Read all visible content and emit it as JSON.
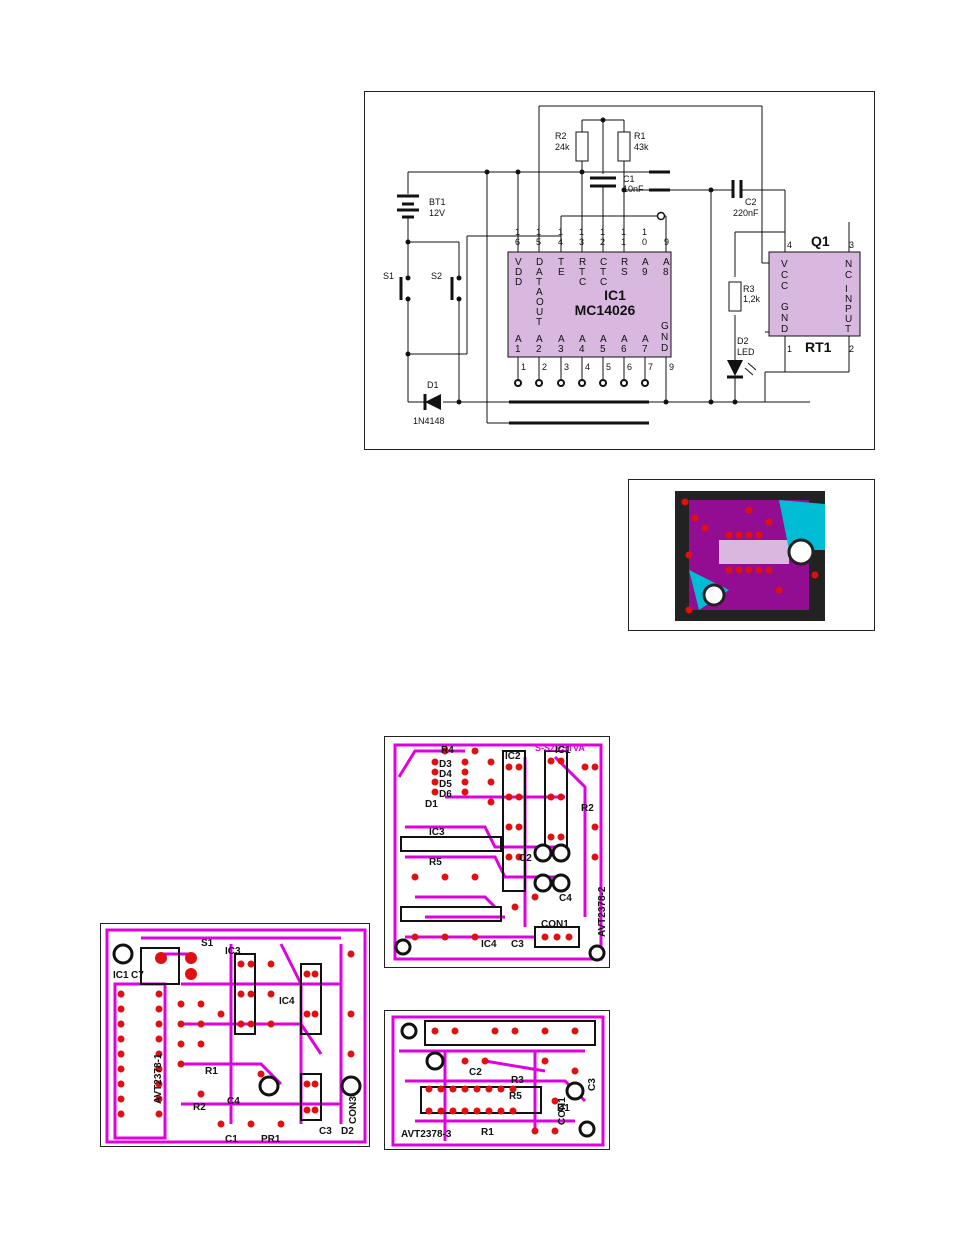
{
  "schematic": {
    "ic1": {
      "name": "IC1",
      "part": "MC14026"
    },
    "top_pins": [
      "1\n6",
      "1\n5",
      "1\n4",
      "1\n3",
      "1\n2",
      "1\n1",
      "1\n0",
      "9"
    ],
    "top_pin_names": [
      "V\nD\nD",
      "D\nA\nT\nA\nO\nU\nT",
      "T\nE",
      "R\nT\nC",
      "C\nT\nC",
      "R\nS",
      "A\n9",
      "A\n8"
    ],
    "bottom_pin_names": [
      "A\n1",
      "A\n2",
      "A\n3",
      "A\n4",
      "A\n5",
      "A\n6",
      "A\n7",
      "G\nN\nD"
    ],
    "bottom_pins": [
      "1",
      "2",
      "3",
      "4",
      "5",
      "6",
      "7",
      "9"
    ],
    "r1": {
      "name": "R1",
      "value": "43k"
    },
    "r2": {
      "name": "R2",
      "value": "24k"
    },
    "r3": {
      "name": "R3",
      "value": "1,2k"
    },
    "c1": {
      "name": "C1",
      "value": "10nF"
    },
    "c2": {
      "name": "C2",
      "value": "220nF"
    },
    "bt1": {
      "name": "BT1",
      "value": "12V"
    },
    "s1": "S1",
    "s2": "S2",
    "d1": {
      "name": "D1",
      "value": "1N4148"
    },
    "d2": {
      "name": "D2",
      "value": "LED"
    },
    "q1": {
      "name": "Q1",
      "sub": "RT1",
      "pin_vcc": "4",
      "pin_nc": "3",
      "pin_gnd": "1",
      "pin_input": "2",
      "left_names": "V\nC\nC\n\nG\nN\nD",
      "right_names": "N\nC\n\nI\nN\nP\nU\nT"
    }
  },
  "pcb": {
    "board1_title": "AVT2378-1",
    "board2_title": "AVT2378-2",
    "board3_title": "AVT2378-3",
    "board2_top": "S-SZESTVA",
    "board1_labels": [
      "IC1",
      "C7",
      "S1",
      "IC3",
      "IC4",
      "C1",
      "PR1",
      "C3",
      "D2",
      "CON3",
      "R1",
      "R2",
      "C4"
    ],
    "board2_labels": [
      "R4",
      "D3",
      "D4",
      "D5",
      "D6",
      "D1",
      "IC2",
      "IC3",
      "R5",
      "C2",
      "C4",
      "C3",
      "IC4",
      "R2",
      "CON1",
      "IC1"
    ],
    "board3_labels": [
      "R1",
      "C2",
      "R3",
      "R5",
      "C3",
      "CON1",
      "D1"
    ]
  }
}
